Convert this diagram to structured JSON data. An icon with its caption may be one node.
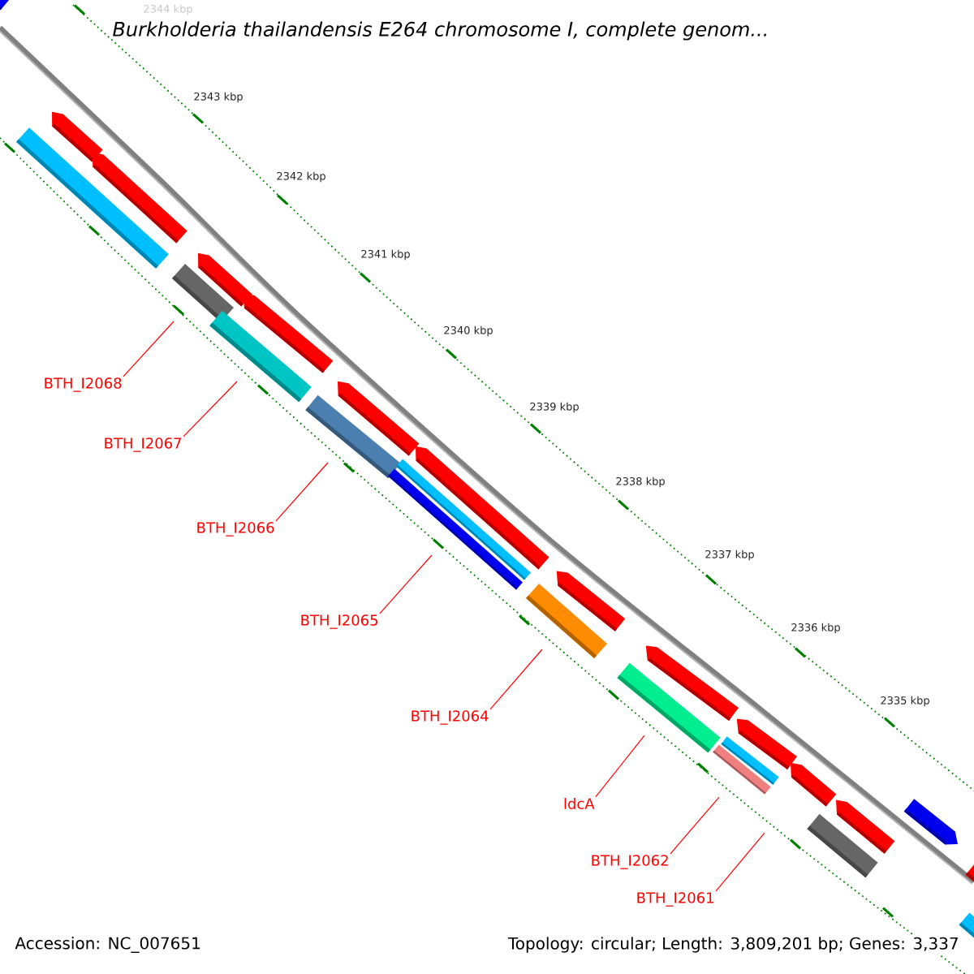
{
  "diagram": {
    "title": "*Burkholderia thailandensis* E264 chromosome I, complete genom...",
    "nodes": [
      {
        "text": [
          "BTH_I2068"
        ]
      },
      {
        "text": [
          "BTH_I2067"
        ]
      },
      {
        "text": [
          "BTH_I2066"
        ]
      },
      {
        "text": [
          "BTH_I2065"
        ]
      },
      {
        "text": [
          "BTH_I2064"
        ]
      },
      {
        "text": [
          "ldcA"
        ]
      },
      {
        "text": [
          "BTH_I2062"
        ]
      },
      {
        "text": [
          "BTH_I2061"
        ]
      }
    ],
    "edges": [
      {
        "from": 0,
        "to": null,
        "arrow": "none"
      },
      {
        "from": 1,
        "to": null,
        "arrow": "none"
      },
      {
        "from": 2,
        "to": null,
        "arrow": "none"
      },
      {
        "from": 3,
        "to": null,
        "arrow": "none"
      },
      {
        "from": 4,
        "to": null,
        "arrow": "none"
      },
      {
        "from": 5,
        "to": null,
        "arrow": "none"
      },
      {
        "from": 6,
        "to": null,
        "arrow": "none"
      },
      {
        "from": 7,
        "to": null,
        "arrow": "none"
      }
    ],
    "labels": [
      "2344 kbp",
      "2343 kbp",
      "2342 kbp",
      "2341 kbp",
      "2340 kbp",
      "2339 kbp",
      "2338 kbp",
      "2337 kbp",
      "2336 kbp",
      "2335 kbp",
      "Accession: NC_007651",
      "Topology: circular; Length: 3,809,201 bp; Genes: 3,337"
    ]
  }
}
